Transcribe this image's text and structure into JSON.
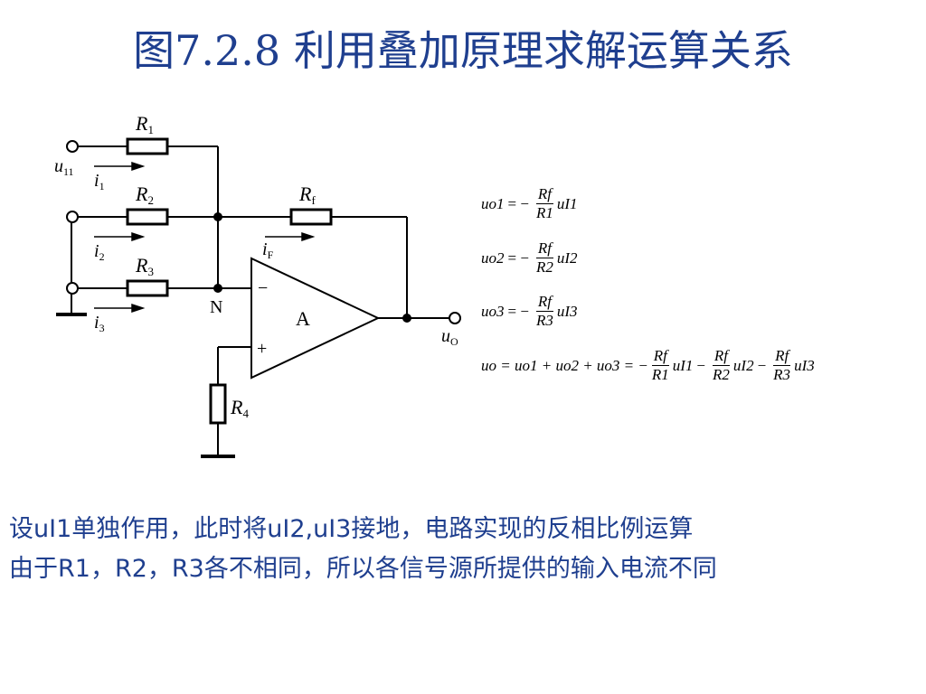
{
  "title": "图7.2.8 利用叠加原理求解运算关系",
  "circuit": {
    "labels": {
      "u11": "u",
      "u11_sub": "11",
      "i1": "i",
      "i1_sub": "1",
      "i2": "i",
      "i2_sub": "2",
      "i3": "i",
      "i3_sub": "3",
      "R1": "R",
      "R1_sub": "1",
      "R2": "R",
      "R2_sub": "2",
      "R3": "R",
      "R3_sub": "3",
      "R4": "R",
      "R4_sub": "4",
      "Rf": "R",
      "Rf_sub": "f",
      "iF": "i",
      "iF_sub": "F",
      "N": "N",
      "A": "A",
      "minus": "−",
      "plus": "+",
      "uO": "u",
      "uO_sub": "O"
    }
  },
  "equations": {
    "eq1": {
      "lhs": "uo1",
      "eq": "= −",
      "num": "Rf",
      "den": "R1",
      "rhs": "uI1"
    },
    "eq2": {
      "lhs": "uo2",
      "eq": "= −",
      "num": "Rf",
      "den": "R2",
      "rhs": "uI2"
    },
    "eq3": {
      "lhs": "uo3",
      "eq": "= −",
      "num": "Rf",
      "den": "R3",
      "rhs": "uI3"
    },
    "eq4": {
      "lhs": "uo = uo1 + uo2 + uo3 = −",
      "t1_num": "Rf",
      "t1_den": "R1",
      "t1_var": "uI1",
      "m1": "−",
      "t2_num": "Rf",
      "t2_den": "R2",
      "t2_var": "uI2",
      "m2": "−",
      "t3_num": "Rf",
      "t3_den": "R3",
      "t3_var": "uI3"
    }
  },
  "text": {
    "line1": "设uI1单独作用，此时将uI2,uI3接地，电路实现的反相比例运算",
    "line2": "由于R1，R2，R3各不相同，所以各信号源所提供的输入电流不同"
  }
}
